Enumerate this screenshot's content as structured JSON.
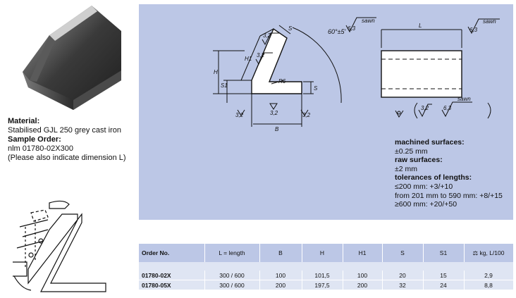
{
  "material": {
    "label": "Material:",
    "value": "Stabilised GJL 250 grey cast iron",
    "sample_label": "Sample Order:",
    "sample_value": "nlm 01780-02X300",
    "note": "(Please also indicate dimension L)"
  },
  "drawing": {
    "front": {
      "H": "H",
      "S1": "S1",
      "H1": "H1",
      "B": "B",
      "S_top": "S",
      "S_right": "S",
      "R6": "R6",
      "r32a": "3,2",
      "r32b": "3,2",
      "r32c": "3,2",
      "r32d": "3,2",
      "r32e": "3,2",
      "angle": "60°±5'"
    },
    "side": {
      "L": "L",
      "sawn1": "sawn",
      "sawn2": "sawn",
      "r63a": "6,3",
      "r63b": "6,3"
    },
    "legend": {
      "r32": "3,2",
      "r63": "6,3",
      "sawn": "sawn"
    }
  },
  "notes": {
    "machined_label": "machined surfaces:",
    "machined_value": "±0.25 mm",
    "raw_label": "raw surfaces:",
    "raw_value": "±2 mm",
    "tol_label": "tolerances of lengths:",
    "tol1": "≤200 mm: +3/+10",
    "tol2": "from 201 mm to 590 mm: +8/+15",
    "tol3": "≥600 mm: +20/+50"
  },
  "table": {
    "headers": [
      "Order No.",
      "L = length",
      "B",
      "H",
      "H1",
      "S",
      "S1",
      "⚖ kg, L/100"
    ],
    "rows": [
      [
        "01780-02X",
        "300 / 600",
        "100",
        "101,5",
        "100",
        "20",
        "15",
        "2,9"
      ],
      [
        "01780-05X",
        "300 / 600",
        "200",
        "197,5",
        "200",
        "32",
        "24",
        "8,8"
      ]
    ]
  }
}
